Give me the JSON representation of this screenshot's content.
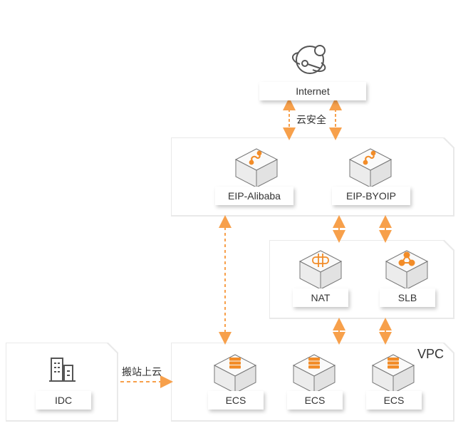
{
  "diagram": {
    "accent_color": "#f7a04b",
    "nodes": {
      "internet": {
        "label": "Internet",
        "icon": "globe-orbit-icon"
      },
      "eip_alibaba": {
        "label": "EIP-Alibaba",
        "icon": "eip-plug-icon"
      },
      "eip_byoip": {
        "label": "EIP-BYOIP",
        "icon": "eip-plug-icon"
      },
      "nat": {
        "label": "NAT",
        "icon": "nat-gateway-icon"
      },
      "slb": {
        "label": "SLB",
        "icon": "slb-triangle-icon"
      },
      "idc": {
        "label": "IDC",
        "icon": "building-icon"
      },
      "ecs": [
        {
          "label": "ECS",
          "icon": "server-stack-icon"
        },
        {
          "label": "ECS",
          "icon": "server-stack-icon"
        },
        {
          "label": "ECS",
          "icon": "server-stack-icon"
        }
      ]
    },
    "groups": {
      "vpc": {
        "label": "VPC"
      }
    },
    "edge_labels": {
      "cloud_security": "云安全",
      "migrate_to_cloud": "搬站上云"
    },
    "edges": [
      {
        "from": "internet",
        "to": "eip_alibaba",
        "label": "cloud_security",
        "style": "dashed-bidirectional"
      },
      {
        "from": "internet",
        "to": "eip_byoip",
        "label": "cloud_security",
        "style": "dashed-bidirectional"
      },
      {
        "from": "eip_alibaba",
        "to": "vpc",
        "style": "dashed-bidirectional"
      },
      {
        "from": "eip_byoip",
        "to": "nat",
        "style": "bidirectional"
      },
      {
        "from": "eip_byoip",
        "to": "slb",
        "style": "bidirectional"
      },
      {
        "from": "nat",
        "to": "vpc",
        "style": "bidirectional"
      },
      {
        "from": "slb",
        "to": "vpc",
        "style": "bidirectional"
      },
      {
        "from": "idc",
        "to": "vpc",
        "label": "migrate_to_cloud",
        "style": "dashed-forward"
      }
    ]
  }
}
